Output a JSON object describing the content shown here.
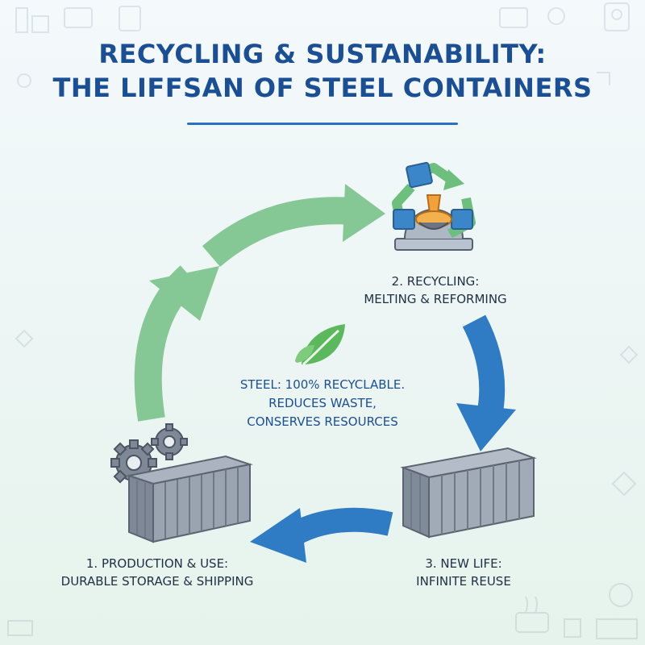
{
  "title": {
    "line1": "RECYCLING & SUSTANABILITY:",
    "line2": "THE LIFFSAN OF STEEL CONTAINERS"
  },
  "steps": [
    {
      "line1": "1. PRODUCTION & USE:",
      "line2": "DURABLE STORAGE & SHIPPING"
    },
    {
      "line1": "2. RECYCLING:",
      "line2": "MELTING & REFORMING"
    },
    {
      "line1": "3. NEW LIFE:",
      "line2": "INFINITE REUSE"
    }
  ],
  "center": {
    "line1": "STEEL: 100% RECYCLABLE.",
    "line2": "REDUCES WASTE,",
    "line3": "CONSERVES RESOURCES"
  },
  "colors": {
    "title": "#1a4f95",
    "green_arrow": "#7dc28f",
    "blue_arrow": "#2f7cc4",
    "container_gray": "#8d97a5",
    "leaf_green": "#5cb85c"
  },
  "icons": [
    "gears-icon",
    "shipping-container-icon",
    "recycling-symbol-icon",
    "molten-steel-icon",
    "leaf-icon"
  ]
}
